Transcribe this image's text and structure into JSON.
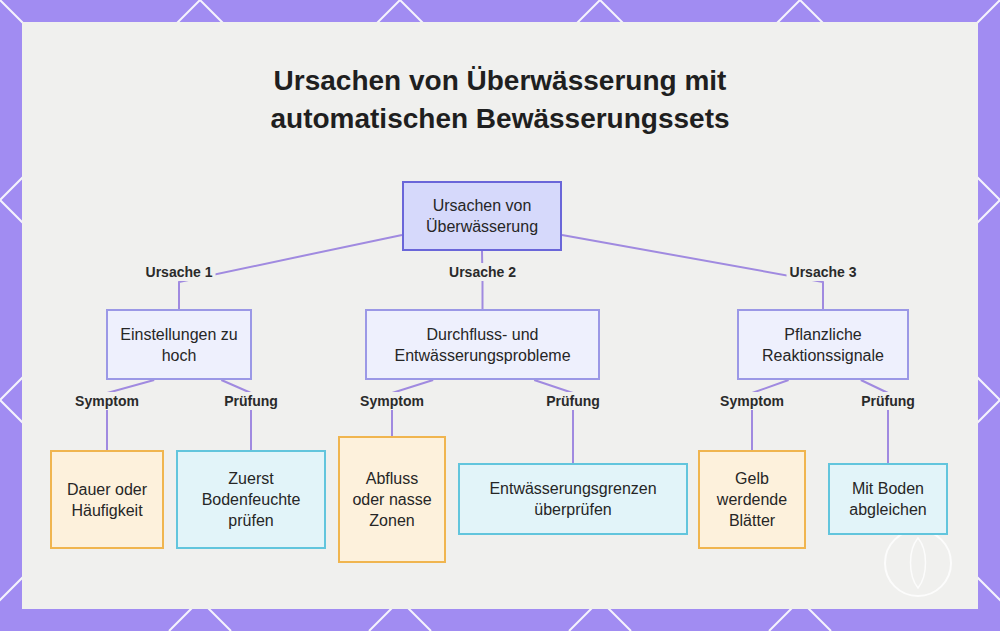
{
  "diagram": {
    "title": "Ursachen von Überwässerung mit automatischen Bewässerungssets",
    "nodes": [
      {
        "text": [
          "Ursachen von Überwässerung"
        ]
      },
      {
        "text": [
          "Einstellungen zu hoch"
        ]
      },
      {
        "text": [
          "Durchfluss- und Entwässerungsprobleme"
        ]
      },
      {
        "text": [
          "Pflanzliche Reaktionssignale"
        ]
      },
      {
        "text": [
          "Dauer oder Häufigkeit"
        ]
      },
      {
        "text": [
          "Zuerst Bodenfeuchte prüfen"
        ]
      },
      {
        "text": [
          "Abfluss oder nasse Zonen"
        ]
      },
      {
        "text": [
          "Entwässerungsgrenzen überprüfen"
        ]
      },
      {
        "text": [
          "Gelb werdende Blätter"
        ]
      },
      {
        "text": [
          "Mit Boden abgleichen"
        ]
      }
    ],
    "edges": [
      {
        "from": 0,
        "to": 1,
        "label": "Ursache 1",
        "arrow": "none"
      },
      {
        "from": 0,
        "to": 2,
        "label": "Ursache 2",
        "arrow": "none"
      },
      {
        "from": 0,
        "to": 3,
        "label": "Ursache 3",
        "arrow": "none"
      },
      {
        "from": 1,
        "to": 4,
        "label": "Symptom",
        "arrow": "none"
      },
      {
        "from": 1,
        "to": 5,
        "label": "Prüfung",
        "arrow": "none"
      },
      {
        "from": 2,
        "to": 6,
        "label": "Symptom",
        "arrow": "none"
      },
      {
        "from": 2,
        "to": 7,
        "label": "Prüfung",
        "arrow": "none"
      },
      {
        "from": 3,
        "to": 8,
        "label": "Symptom",
        "arrow": "none"
      },
      {
        "from": 3,
        "to": 9,
        "label": "Prüfung",
        "arrow": "none"
      }
    ]
  }
}
